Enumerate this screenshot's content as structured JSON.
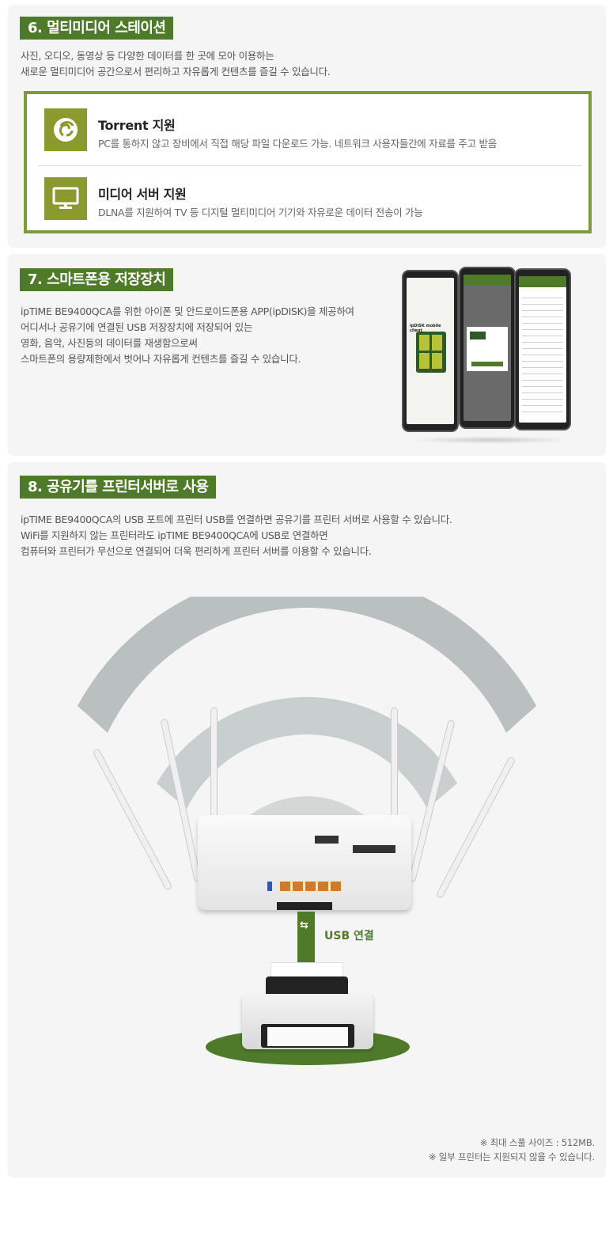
{
  "sec6": {
    "heading": "6. 멀티미디어 스테이션",
    "desc_line1": "사진, 오디오, 동영상 등 다양한 데이터를 한 곳에 모아 이용하는",
    "desc_line2": "새로운 멀티미디어 공간으로서 편리하고 자유롭게 컨텐츠를 즐길 수 있습니다.",
    "features": [
      {
        "icon": "torrent-icon",
        "title": "Torrent 지원",
        "desc": "PC를 통하지 않고 장비에서 직접 해당 파일 다운로드 가능. 네트워크 사용자들간에 자료를 주고 받음"
      },
      {
        "icon": "monitor-icon",
        "title": "미디어 서버 지원",
        "desc": "DLNA를 지원하여 TV 등 디지털 멀티미디어 기기와 자유로운 데이터 전송이 가능"
      }
    ]
  },
  "sec7": {
    "heading": "7. 스마트폰용 저장장치",
    "desc_line1": "ipTIME BE9400QCA를 위한 아이폰 및 안드로이드폰용 APP(ipDISK)을 제공하여",
    "desc_line2": "어디서나 공유기에 연결된 USB 저장장치에 저장되어 있는",
    "desc_line3": "영화, 음악, 사진등의 데이터를 재생함으로써",
    "desc_line4": "스마트폰의 용량제한에서 벗어나 자유롭게 컨텐츠를 즐길 수 있습니다.",
    "app_label": "ipDISK mobile client"
  },
  "sec8": {
    "heading": "8. 공유기를 프린터서버로 사용",
    "desc_line1": "ipTIME BE9400QCA의 USB 포트에 프린터 USB를 연결하면 공유기를 프린터 서버로 사용할 수 있습니다.",
    "desc_line2": "WiFi를 지원하지 않는 프린터라도 ipTIME BE9400QCA에 USB로 연결하면",
    "desc_line3": "컴퓨터와 프린터가 무선으로 연결되어 더욱 편리하게 프린터 서버를 이용할 수 있습니다.",
    "usb_label": "USB 연결",
    "note1": "※ 최대 스풀 사이즈 : 512MB.",
    "note2": "※ 일부 프린터는 지원되지 않을 수 있습니다."
  },
  "colors": {
    "accent": "#4e7a2a",
    "icon_bg": "#8a9a2f",
    "border": "#7d9b3c"
  }
}
